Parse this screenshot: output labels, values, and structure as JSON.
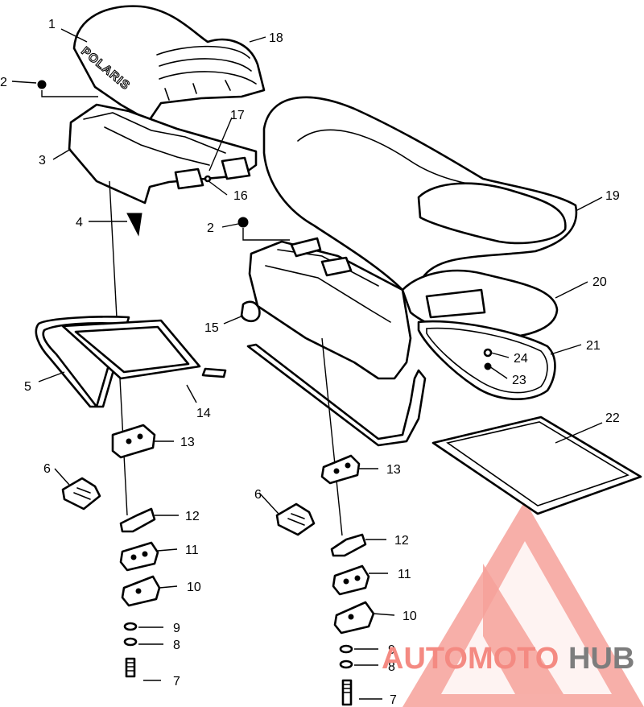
{
  "brand_label": "POLARIS",
  "watermark": {
    "part1": "AUTOMOTO",
    "part2": "HUB",
    "color_primary": "#f48a82",
    "color_secondary": "#7d7d7d"
  },
  "callouts": [
    {
      "id": "c1",
      "label": "1"
    },
    {
      "id": "c2a",
      "label": "2"
    },
    {
      "id": "c2b",
      "label": "2"
    },
    {
      "id": "c3",
      "label": "3"
    },
    {
      "id": "c4",
      "label": "4"
    },
    {
      "id": "c5",
      "label": "5"
    },
    {
      "id": "c6a",
      "label": "6"
    },
    {
      "id": "c6b",
      "label": "6"
    },
    {
      "id": "c7a",
      "label": "7"
    },
    {
      "id": "c7b",
      "label": "7"
    },
    {
      "id": "c8a",
      "label": "8"
    },
    {
      "id": "c8b",
      "label": "8"
    },
    {
      "id": "c9a",
      "label": "9"
    },
    {
      "id": "c9b",
      "label": "9"
    },
    {
      "id": "c10a",
      "label": "10"
    },
    {
      "id": "c10b",
      "label": "10"
    },
    {
      "id": "c11a",
      "label": "11"
    },
    {
      "id": "c11b",
      "label": "11"
    },
    {
      "id": "c12a",
      "label": "12"
    },
    {
      "id": "c12b",
      "label": "12"
    },
    {
      "id": "c13a",
      "label": "13"
    },
    {
      "id": "c13b",
      "label": "13"
    },
    {
      "id": "c14",
      "label": "14"
    },
    {
      "id": "c15",
      "label": "15"
    },
    {
      "id": "c16",
      "label": "16"
    },
    {
      "id": "c17",
      "label": "17"
    },
    {
      "id": "c18",
      "label": "18"
    },
    {
      "id": "c19",
      "label": "19"
    },
    {
      "id": "c20",
      "label": "20"
    },
    {
      "id": "c21",
      "label": "21"
    },
    {
      "id": "c22",
      "label": "22"
    },
    {
      "id": "c23",
      "label": "23"
    },
    {
      "id": "c24",
      "label": "24"
    }
  ]
}
